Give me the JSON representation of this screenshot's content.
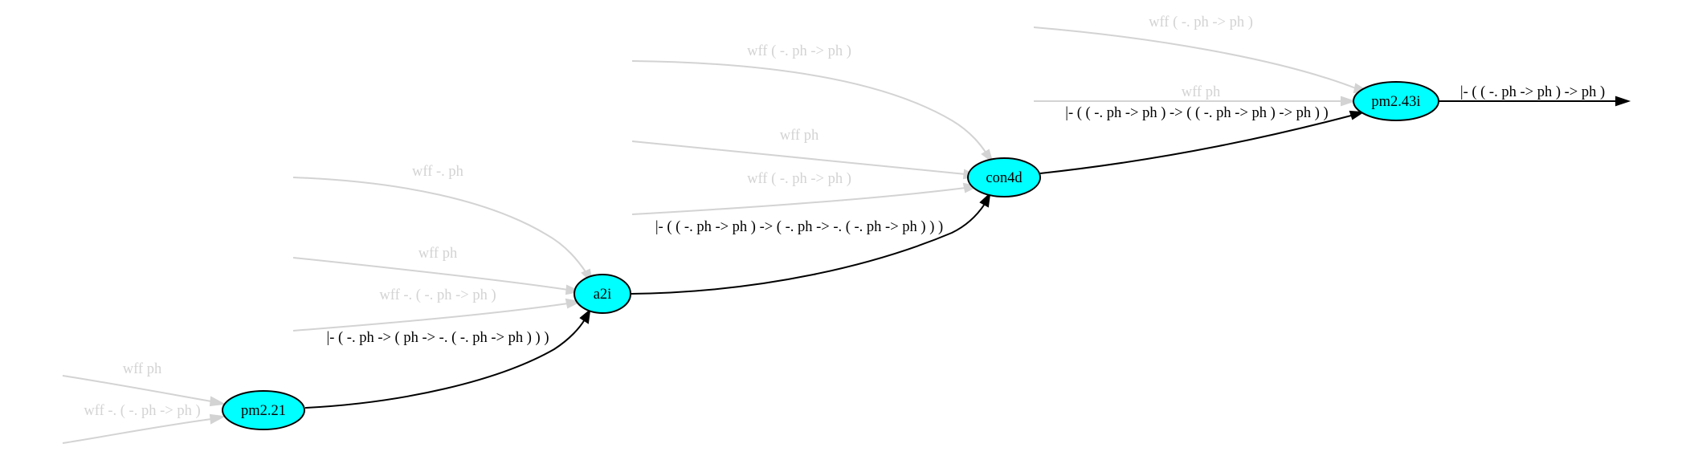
{
  "colors": {
    "node_fill": "#00ffff",
    "node_stroke": "#000000",
    "hypothesis_edge": "#d3d3d3",
    "main_edge": "#000000",
    "background": "#ffffff"
  },
  "nodes": {
    "pm221": "pm2.21",
    "a2i": "a2i",
    "con4d": "con4d",
    "pm243i": "pm2.43i"
  },
  "edges": {
    "pm221_wff_ph": "wff ph",
    "pm221_wff_not": "wff -. ( -. ph -> ph )",
    "a2i_wff_not_ph": "wff -. ph",
    "a2i_wff_ph": "wff ph",
    "a2i_wff_nested": "wff -. ( -. ph -> ph )",
    "pm221_to_a2i": "|- ( -. ph -> ( ph -> -. ( -. ph -> ph ) ) )",
    "con4d_wff_top": "wff ( -. ph -> ph )",
    "con4d_wff_ph": "wff ph",
    "con4d_wff_mid": "wff ( -. ph -> ph )",
    "a2i_to_con4d": "|- ( ( -. ph -> ph ) -> ( -. ph -> -. ( -. ph -> ph ) ) )",
    "pm243i_wff_top": "wff ( -. ph -> ph )",
    "pm243i_wff_ph": "wff ph",
    "con4d_to_pm243i": "|- ( ( -. ph -> ph ) -> ( ( -. ph -> ph ) -> ph ) )",
    "pm243i_output": "|- ( ( -. ph -> ph ) -> ph )"
  }
}
